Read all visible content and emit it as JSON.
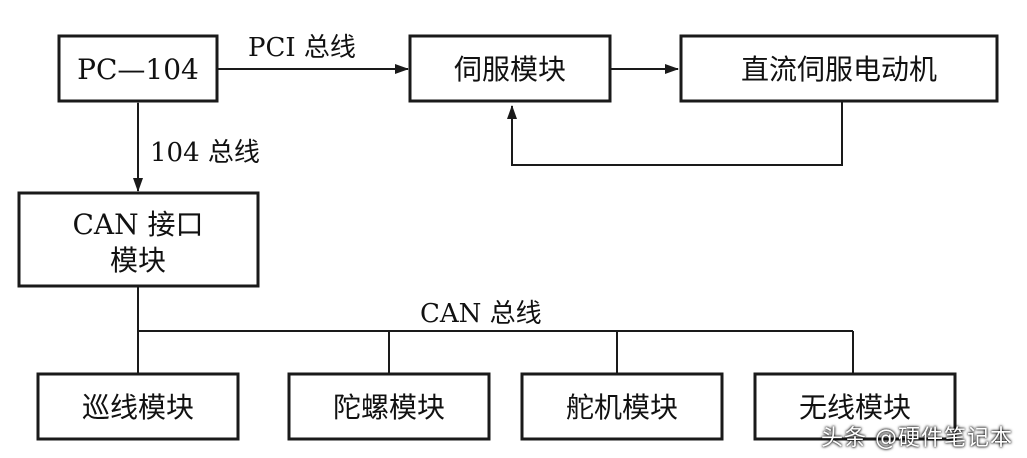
{
  "nodes": {
    "pc104": "PC—104",
    "servo_module": "伺服模块",
    "dc_servo_motor": "直流伺服电动机",
    "can_interface_line1": "CAN 接口",
    "can_interface_line2": "模块",
    "line_patrol": "巡线模块",
    "gyroscope": "陀螺模块",
    "steering_gear": "舵机模块",
    "wireless": "无线模块"
  },
  "buses": {
    "pci": "PCI 总线",
    "bus104": "104 总线",
    "can": "CAN 总线"
  },
  "watermark": "头条 @硬件笔记本"
}
